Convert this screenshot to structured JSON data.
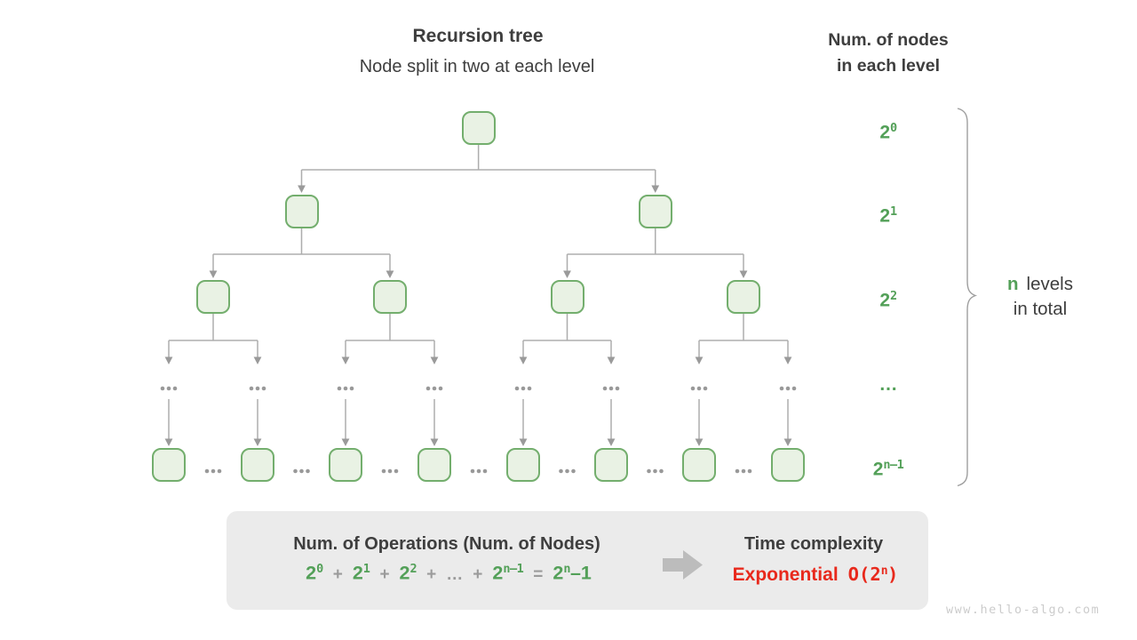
{
  "colors": {
    "text_dark": "#3e3e3e",
    "green": "#53a058",
    "red": "#e8291c",
    "node_fill": "#e9f2e4",
    "node_border": "#73ae6d",
    "line_gray": "#adadad",
    "arrow_gray": "#9a9a9a",
    "dot_gray": "#999999",
    "op_gray": "#9b9b9b",
    "box_bg": "#ebebeb",
    "block_arrow": "#bcbcbc",
    "brace_gray": "#9e9e9e",
    "watermark_gray": "#cccccc"
  },
  "header": {
    "title": "Recursion tree",
    "subtitle": "Node split in two at each level"
  },
  "right_header": {
    "line1": "Num. of nodes",
    "line2": "in each level"
  },
  "level_labels": [
    {
      "base": "2",
      "sup": "0"
    },
    {
      "base": "2",
      "sup": "1"
    },
    {
      "base": "2",
      "sup": "2"
    },
    {
      "base": "…",
      "sup": ""
    },
    {
      "base": "2",
      "sup": "n–1"
    }
  ],
  "brace_note": {
    "highlight": "n",
    "rest": "levels",
    "line2": "in total"
  },
  "tree": {
    "row_node_counts": [
      1,
      2,
      4,
      8
    ],
    "has_hidden_levels_ellipsis": true
  },
  "summary": {
    "operations_title": "Num. of Operations (Num. of Nodes)",
    "formula_tokens": [
      {
        "type": "term",
        "base": "2",
        "sup": "0"
      },
      {
        "type": "op",
        "text": "+"
      },
      {
        "type": "term",
        "base": "2",
        "sup": "1"
      },
      {
        "type": "op",
        "text": "+"
      },
      {
        "type": "term",
        "base": "2",
        "sup": "2"
      },
      {
        "type": "op",
        "text": "+"
      },
      {
        "type": "op",
        "text": "…"
      },
      {
        "type": "op",
        "text": "+"
      },
      {
        "type": "term",
        "base": "2",
        "sup": "n–1"
      },
      {
        "type": "op",
        "text": "="
      },
      {
        "type": "term",
        "base": "2",
        "sup": "n",
        "suffix": "–1"
      }
    ],
    "time_title": "Time complexity",
    "complexity_word": "Exponential",
    "big_o_prefix": "O(2",
    "big_o_sup": "n",
    "big_o_suffix": ")"
  },
  "watermark": "www.hello-algo.com"
}
